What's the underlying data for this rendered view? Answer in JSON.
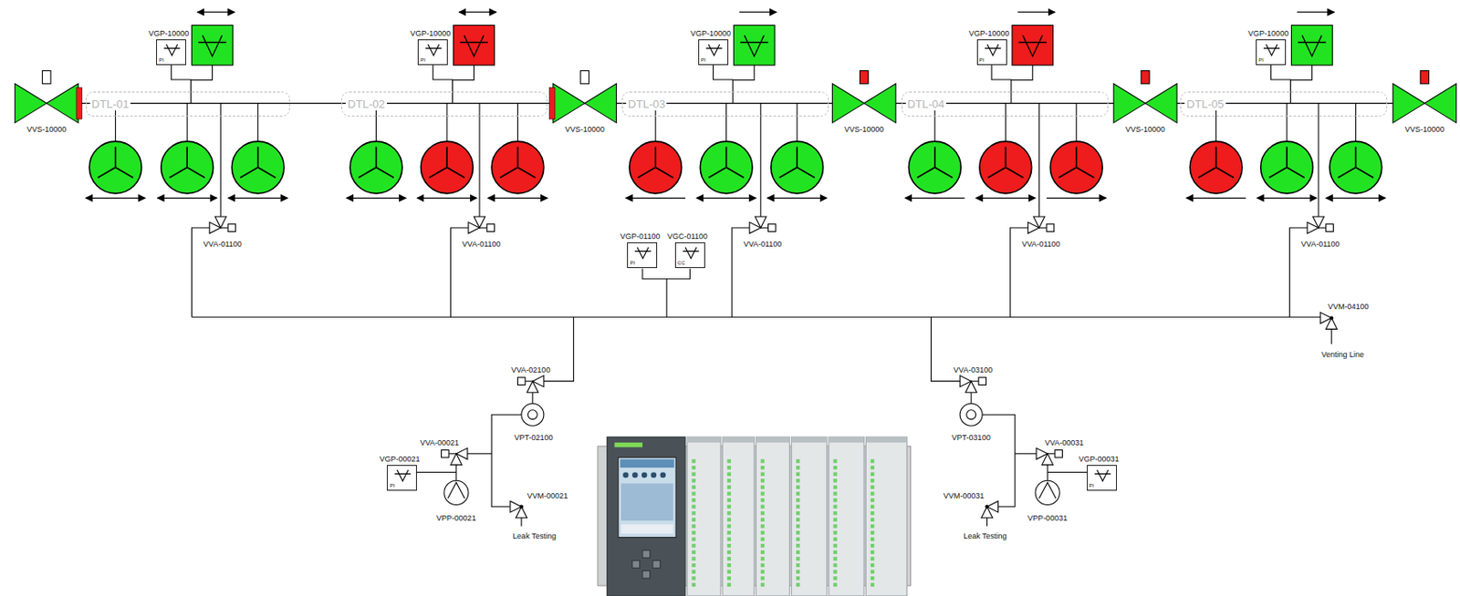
{
  "diagram": {
    "nodes": [
      {
        "text": [
          "VGP-10000",
          "PI"
        ]
      },
      {
        "text": [
          "VGP-10000",
          "PI"
        ]
      },
      {
        "text": [
          "VGP-10000",
          "PI"
        ]
      },
      {
        "text": [
          "VGP-10000",
          "PI"
        ]
      },
      {
        "text": [
          "VGP-10000",
          "PI"
        ]
      },
      {
        "text": [
          "DTL-01"
        ]
      },
      {
        "text": [
          "DTL-02"
        ]
      },
      {
        "text": [
          "DTL-03"
        ]
      },
      {
        "text": [
          "DTL-04"
        ]
      },
      {
        "text": [
          "DTL-05"
        ]
      },
      {
        "text": [
          "VGP-01100",
          "PI"
        ]
      },
      {
        "text": [
          "VGC-01100",
          "CC"
        ]
      },
      {
        "text": [
          "VGP-00021",
          "PI"
        ]
      },
      {
        "text": [
          "VGP-00031",
          "PI"
        ]
      }
    ],
    "edges": [
      {
        "from": 0,
        "to": 5,
        "arrow": "none"
      },
      {
        "from": 1,
        "to": 6,
        "arrow": "none"
      },
      {
        "from": 2,
        "to": 7,
        "arrow": "none"
      },
      {
        "from": 3,
        "to": 8,
        "arrow": "none"
      },
      {
        "from": 4,
        "to": 9,
        "arrow": "none"
      }
    ],
    "labels": [
      "VVS-10000",
      "VVS-10000",
      "VVS-10000",
      "VVS-10000",
      "VVS-10000",
      "VVA-01100",
      "VVA-01100",
      "VVA-01100",
      "VVA-01100",
      "VVA-01100",
      "VVM-04100",
      "Venting Line",
      "VVA-02100",
      "VVA-03100",
      "VVA-00021",
      "VPT-02100",
      "VPT-03100",
      "VVA-00031",
      "VVM-00021",
      "VVM-00031",
      "Leak Testing",
      "Leak Testing",
      "VPP-00021",
      "VPP-00031"
    ]
  }
}
